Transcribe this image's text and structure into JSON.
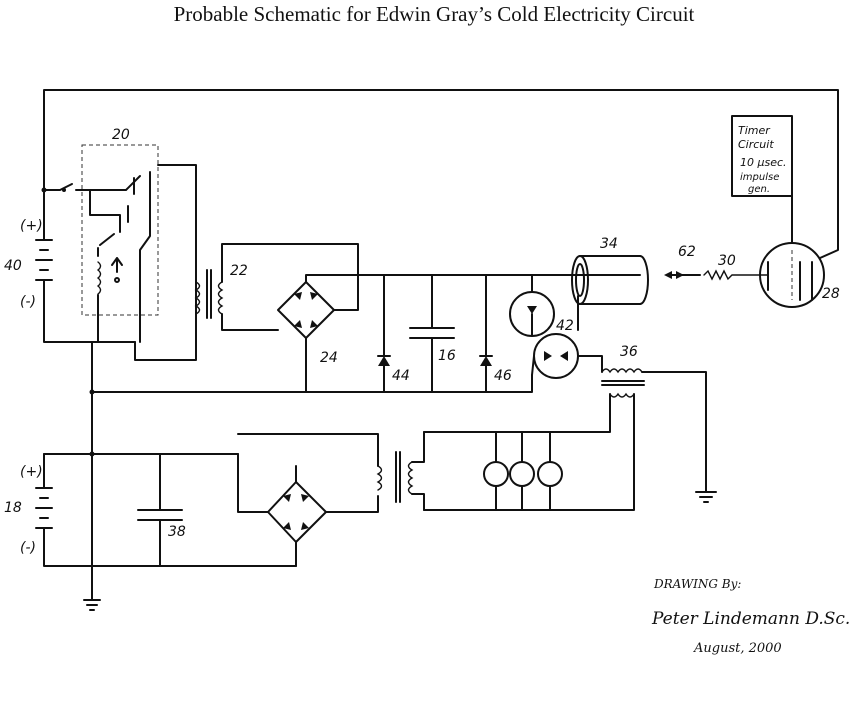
{
  "title": "Probable Schematic for Edwin Gray’s Cold Electricity Circuit",
  "labels": {
    "switch_assembly": "20",
    "battery_upper": "40",
    "battery_lower": "18",
    "plus": "(+)",
    "minus": "(-)",
    "transformer_upper": "22",
    "bridge_upper": "24",
    "diode_44": "44",
    "capacitor_16": "16",
    "diode_46": "46",
    "spark_gap_42": "42",
    "conversion_tube_34": "34",
    "output_62": "62",
    "resistor_30": "30",
    "tube_28": "28",
    "transformer_36": "36",
    "capacitor_38": "38"
  },
  "timer": {
    "line1": "Timer",
    "line2": "Circuit",
    "line3": "10 μsec.",
    "line4": "impulse",
    "line5": "gen."
  },
  "credit": {
    "line1": "DRAWING By:",
    "line2": "Peter Lindemann D.Sc.",
    "line3": "August, 2000"
  }
}
